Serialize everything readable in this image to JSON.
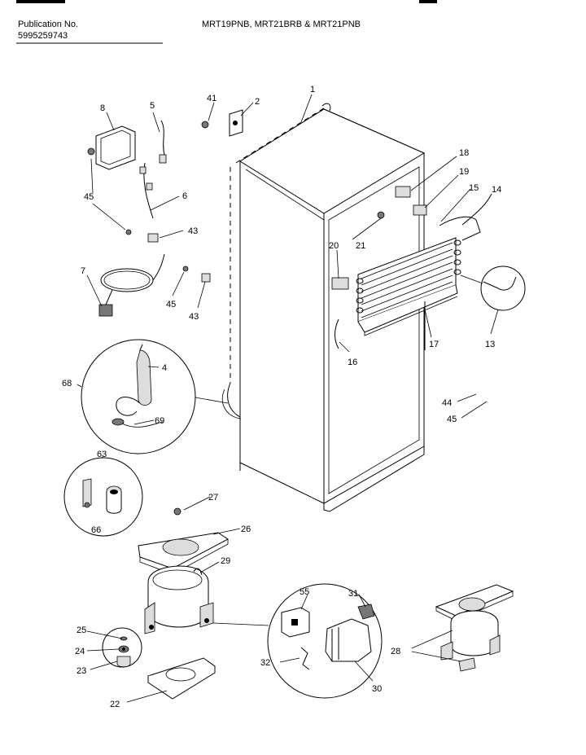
{
  "header": {
    "publication_label": "Publication No.",
    "publication_number": "5995259743",
    "models": "MRT19PNB, MRT21BRB & MRT21PNB"
  },
  "callouts": {
    "c1": "1",
    "c2": "2",
    "c4": "4",
    "c5": "5",
    "c6": "6",
    "c7": "7",
    "c8": "8",
    "c13": "13",
    "c14": "14",
    "c15": "15",
    "c16": "16",
    "c17": "17",
    "c18": "18",
    "c19": "19",
    "c20": "20",
    "c21": "21",
    "c22": "22",
    "c23": "23",
    "c24": "24",
    "c25": "25",
    "c26": "26",
    "c27": "27",
    "c28": "28",
    "c29": "29",
    "c30": "30",
    "c31": "31",
    "c32": "32",
    "c41": "41",
    "c43a": "43",
    "c43b": "43",
    "c44": "44",
    "c45a": "45",
    "c45b": "45",
    "c45c": "45",
    "c55": "55",
    "c63": "63",
    "c66": "66",
    "c68": "68",
    "c69": "69"
  }
}
